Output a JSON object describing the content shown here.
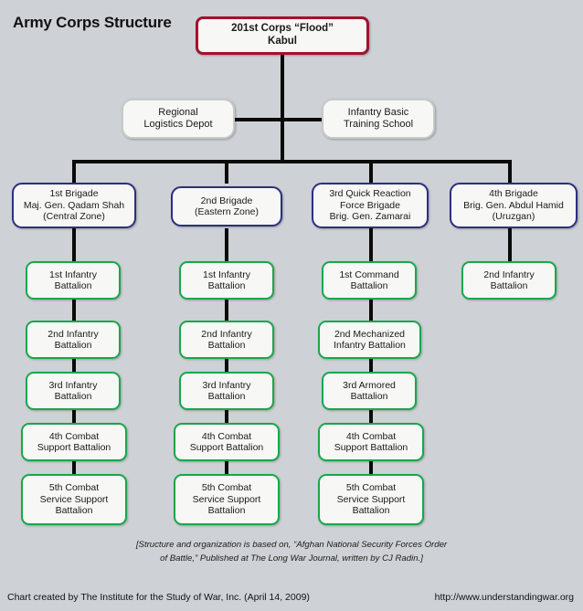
{
  "title": "Army Corps Structure",
  "colors": {
    "background": "#ced2d6",
    "box_fill": "#f7f7f5",
    "corps_border": "#a4122c",
    "support_border": "#c8c8c8",
    "brigade_border": "#2d2f80",
    "battalion_border": "#17a84a",
    "connector": "#0a0a0a",
    "text": "#1a1a1a"
  },
  "corps": {
    "line1": "201st Corps “Flood”",
    "line2": "Kabul"
  },
  "support_units": [
    {
      "line1": "Regional",
      "line2": "Logistics Depot"
    },
    {
      "line1": "Infantry Basic",
      "line2": "Training School"
    }
  ],
  "brigades": [
    {
      "line1": "1st Brigade",
      "line2": "Maj. Gen. Qadam Shah",
      "line3": "(Central Zone)",
      "battalions": [
        {
          "line1": "1st Infantry",
          "line2": "Battalion"
        },
        {
          "line1": "2nd Infantry",
          "line2": "Battalion"
        },
        {
          "line1": "3rd Infantry",
          "line2": "Battalion"
        },
        {
          "line1": "4th Combat",
          "line2": "Support Battalion"
        },
        {
          "line1": "5th Combat",
          "line2": "Service Support",
          "line3": "Battalion"
        }
      ]
    },
    {
      "line1": "2nd Brigade",
      "line2": "(Eastern Zone)",
      "line3": "",
      "battalions": [
        {
          "line1": "1st Infantry",
          "line2": "Battalion"
        },
        {
          "line1": "2nd Infantry",
          "line2": "Battalion"
        },
        {
          "line1": "3rd Infantry",
          "line2": "Battalion"
        },
        {
          "line1": "4th Combat",
          "line2": "Support Battalion"
        },
        {
          "line1": "5th Combat",
          "line2": "Service Support",
          "line3": "Battalion"
        }
      ]
    },
    {
      "line1": "3rd Quick Reaction",
      "line2": "Force Brigade",
      "line3": "Brig. Gen. Zamarai",
      "battalions": [
        {
          "line1": "1st Command",
          "line2": "Battalion"
        },
        {
          "line1": "2nd Mechanized",
          "line2": "Infantry Battalion"
        },
        {
          "line1": "3rd Armored",
          "line2": "Battalion"
        },
        {
          "line1": "4th Combat",
          "line2": "Support Battalion"
        },
        {
          "line1": "5th Combat",
          "line2": "Service Support",
          "line3": "Battalion"
        }
      ]
    },
    {
      "line1": "4th Brigade",
      "line2": "Brig. Gen. Abdul Hamid",
      "line3": "(Uruzgan)",
      "battalions": [
        {
          "line1": "2nd Infantry",
          "line2": "Battalion"
        }
      ]
    }
  ],
  "footnote": {
    "line1": "[Structure and organization is based on, “Afghan National Security Forces Order",
    "line2": "of Battle,” Published at The Long War Journal, written by CJ Radin.]"
  },
  "footer": {
    "credit": "Chart created by The Institute for the Study of War, Inc.  (April 14, 2009)",
    "url": "http://www.understandingwar.org"
  }
}
